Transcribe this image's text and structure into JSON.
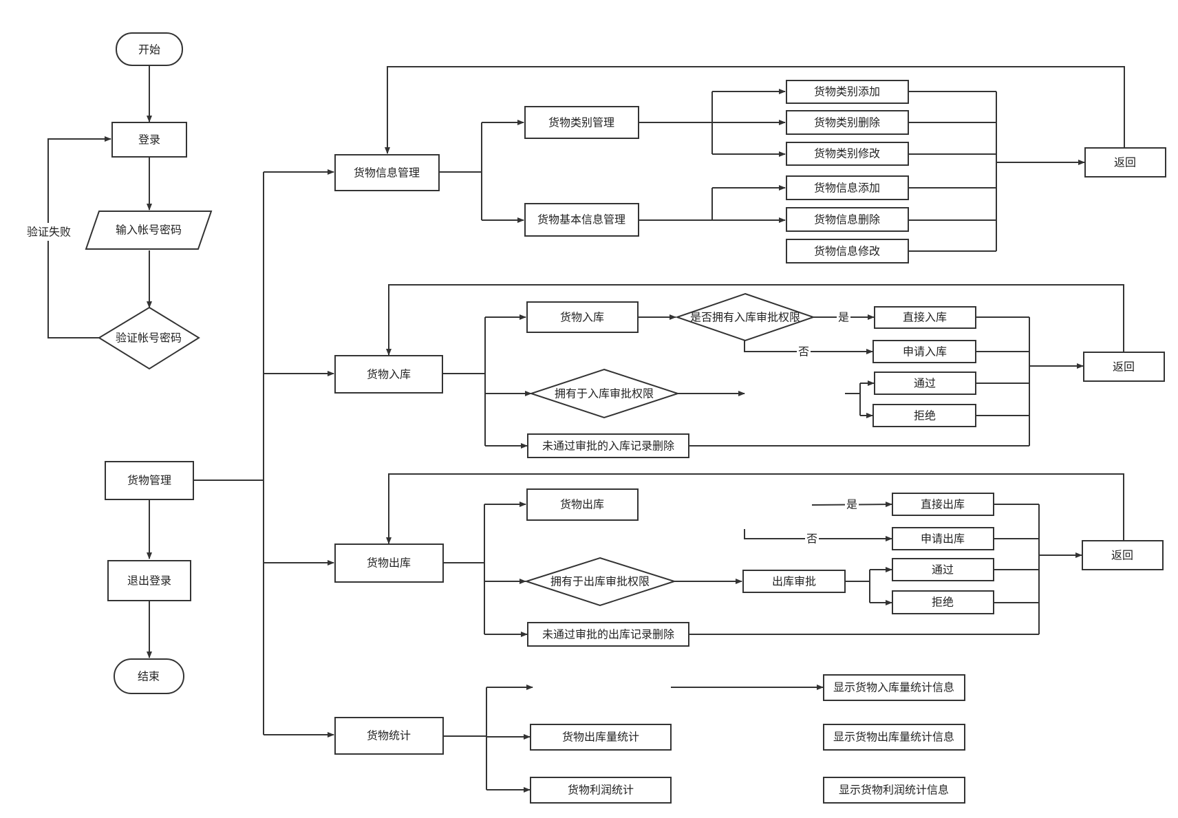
{
  "nodes": {
    "start": "开始",
    "login": "登录",
    "input_account": "输入帐号密码",
    "verify_account": "验证帐号密码",
    "goods_mgmt": "货物管理",
    "logout": "退出登录",
    "end": "结束",
    "info_mgmt": "货物信息管理",
    "category_mgmt": "货物类别管理",
    "basic_info_mgmt": "货物基本信息管理",
    "cat_add": "货物类别添加",
    "cat_delete": "货物类别删除",
    "cat_modify": "货物类别修改",
    "info_add": "货物信息添加",
    "info_delete": "货物信息删除",
    "info_modify": "货物信息修改",
    "return_1": "返回",
    "stock_in": "货物入库",
    "stock_in_action": "货物入库",
    "has_in_permission_q": "是否拥有入库审批权限",
    "direct_in": "直接入库",
    "apply_in": "申请入库",
    "has_in_permission": "拥有于入库审批权限",
    "in_pass": "通过",
    "in_reject": "拒绝",
    "in_delete_rejected": "未通过审批的入库记录删除",
    "return_2": "返回",
    "stock_out": "货物出库",
    "stock_out_action": "货物出库",
    "direct_out": "直接出库",
    "apply_out": "申请出库",
    "has_out_permission": "拥有于出库审批权限",
    "out_audit": "出库审批",
    "out_pass": "通过",
    "out_reject": "拒绝",
    "out_delete_rejected": "未通过审批的出库记录删除",
    "return_3": "返回",
    "stats": "货物统计",
    "out_stats": "货物出库量统计",
    "profit_stats": "货物利润统计",
    "show_in_stats": "显示货物入库量统计信息",
    "show_out_stats": "显示货物出库量统计信息",
    "show_profit_stats": "显示货物利润统计信息"
  },
  "edge_labels": {
    "verify_fail": "验证失败",
    "in_yes": "是",
    "in_no": "否",
    "out_yes": "是",
    "out_no": "否"
  }
}
